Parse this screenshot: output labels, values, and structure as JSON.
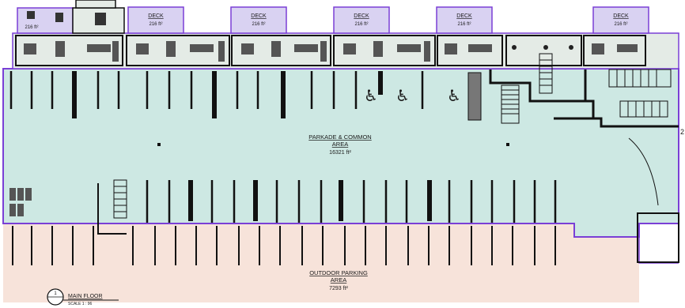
{
  "decks": [
    {
      "title": "DECK",
      "area": "216 ft²"
    },
    {
      "title": "DECK",
      "area": "216 ft²"
    },
    {
      "title": "DECK",
      "area": "216 ft²"
    },
    {
      "title": "DECK",
      "area": "216 ft²"
    },
    {
      "title": "DECK",
      "area": "216 ft²"
    }
  ],
  "corner_area": "216 ft²",
  "parkade": {
    "name": "PARKADE & COMMON",
    "sub": "AREA",
    "area": "16321 ft²"
  },
  "outdoor": {
    "name": "OUTDOOR PARKING",
    "sub": "AREA",
    "area": "7293 ft²"
  },
  "drawing": {
    "number": "1",
    "title": "MAIN FLOOR",
    "scale": "SCALE 1 : 96"
  },
  "colors": {
    "parkade_fill": "#cde8e3",
    "outdoor_fill": "#f7e3da",
    "deck_fill": "#d9d2f2",
    "outline": "#7a3fd6",
    "line": "#111111"
  }
}
